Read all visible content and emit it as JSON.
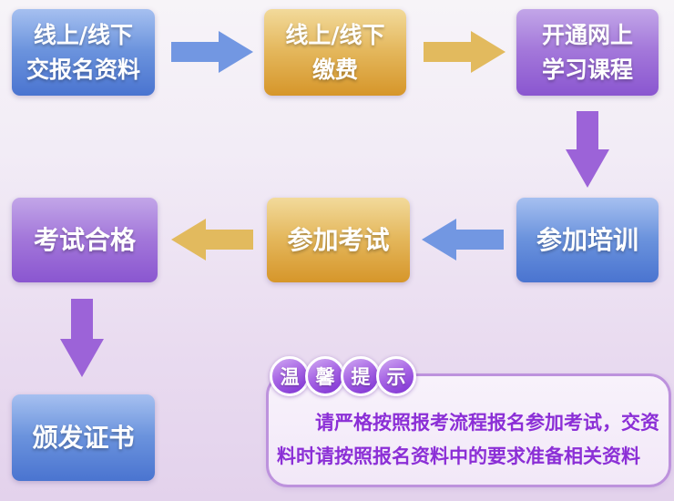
{
  "flow": {
    "steps": [
      {
        "name": "submit-materials",
        "lines": [
          "线上/线下",
          "交报名资料"
        ]
      },
      {
        "name": "pay-fee",
        "lines": [
          "线上/线下",
          "缴费"
        ]
      },
      {
        "name": "open-courses",
        "lines": [
          "开通网上",
          "学习课程"
        ]
      },
      {
        "name": "attend-training",
        "lines": [
          "参加培训"
        ]
      },
      {
        "name": "take-exam",
        "lines": [
          "参加考试"
        ]
      },
      {
        "name": "pass-exam",
        "lines": [
          "考试合格"
        ]
      },
      {
        "name": "issue-certificate",
        "lines": [
          "颁发证书"
        ]
      }
    ]
  },
  "tip": {
    "title_chars": [
      "温",
      "馨",
      "提",
      "示"
    ],
    "text": "请严格按照报考流程报名参加考试，交资料时请按照报名资料中的要求准备相关资料"
  },
  "colors": {
    "box_blue_top": "#a6c0f0",
    "box_blue_bottom": "#4a74d0",
    "box_gold_top": "#f2da9b",
    "box_gold_bottom": "#d6962a",
    "box_purple_top": "#c2a6e8",
    "box_purple_bottom": "#8a56d0",
    "arrow_blue": "#7297e2",
    "arrow_gold": "#e2ba5e",
    "arrow_purple": "#9c63d8",
    "tip_border": "#bd92dd",
    "tip_text": "#8b2fd6",
    "background_top": "#f7f4f8",
    "background_bottom": "#e3d2ec"
  }
}
